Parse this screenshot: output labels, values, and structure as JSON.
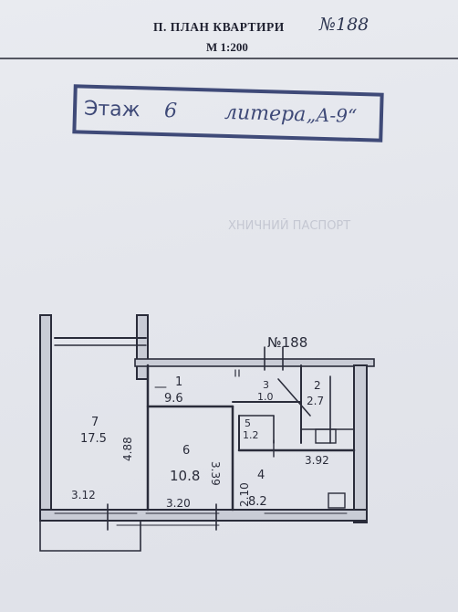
{
  "header": {
    "title": "П. ПЛАН КВАРТИРИ",
    "apartment_number": "№188",
    "scale": "М 1:200"
  },
  "stamp": {
    "floor_label": "Этаж",
    "floor_value": "6",
    "litera_label": "литера",
    "litera_value": "„А-9“"
  },
  "bleed_text": {
    "line1": "ХНИЧНИЙ ПАСПОРТ"
  },
  "plan": {
    "apartment_label": "№188",
    "rooms": [
      {
        "number": "7",
        "area": "17.5"
      },
      {
        "number": "1",
        "area": "9.6"
      },
      {
        "number": "3",
        "area": "1.0"
      },
      {
        "number": "2",
        "area": "2.7"
      },
      {
        "number": "5",
        "area": "1.2"
      },
      {
        "number": "6",
        "area": "10.8"
      },
      {
        "number": "4",
        "area": "8.2"
      }
    ],
    "dimensions": [
      "4.88",
      "3.39",
      "2.10",
      "3.92",
      "3.12",
      "3.20"
    ]
  },
  "colors": {
    "paper": "#e6e8ee",
    "ink": "#2a2c3a",
    "stamp": "#3f4a78"
  }
}
